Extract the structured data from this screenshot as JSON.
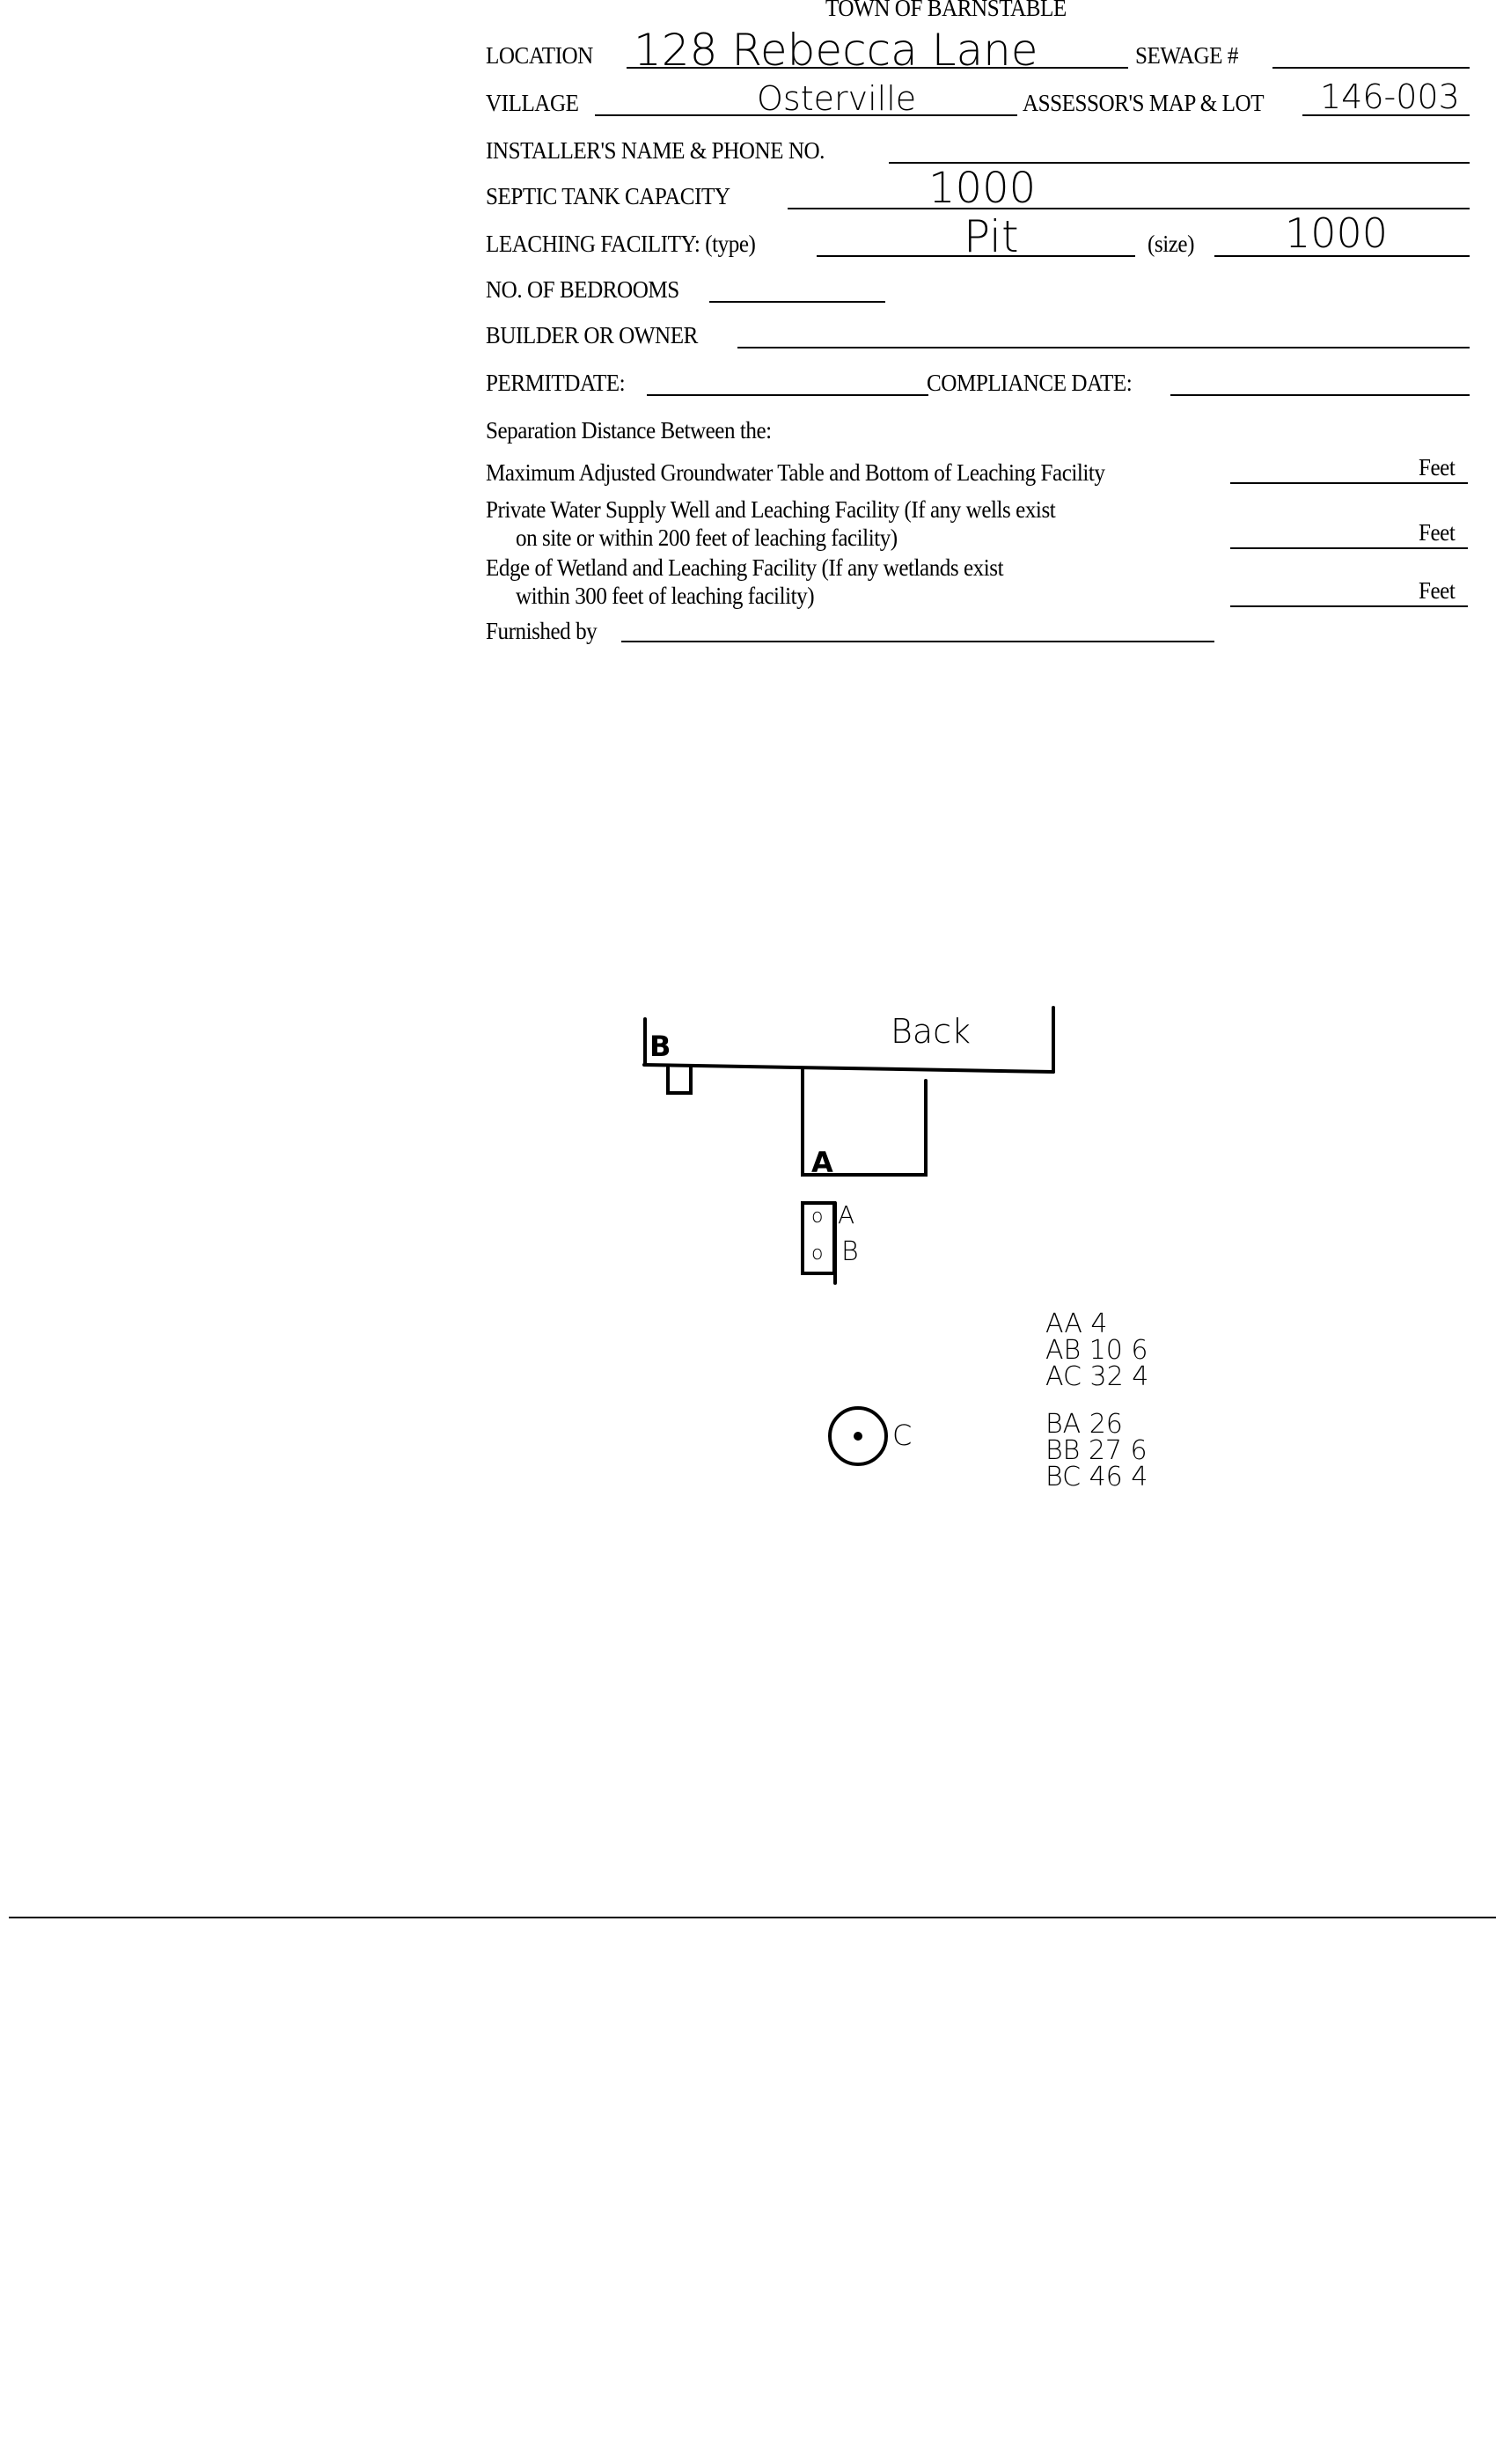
{
  "form": {
    "title": "TOWN OF BARNSTABLE",
    "location_label": "LOCATION",
    "location_value": "128 Rebecca Lane",
    "sewage_label": "SEWAGE #",
    "village_label": "VILLAGE",
    "village_value": "Osterville",
    "map_lot_label": "ASSESSOR'S MAP & LOT",
    "map_lot_value": "146-003",
    "installer_label": "INSTALLER'S NAME & PHONE NO.",
    "septic_label": "SEPTIC TANK CAPACITY",
    "septic_value": "1000",
    "leaching_label": "LEACHING FACILITY: (type)",
    "leaching_type_value": "Pit",
    "size_label": "(size)",
    "size_value": "1000",
    "bedrooms_label": "NO. OF BEDROOMS",
    "builder_label": "BUILDER OR OWNER",
    "permit_label": "PERMITDATE:",
    "compliance_label": "COMPLIANCE  DATE:",
    "separation_heading": "Separation Distance Between the:",
    "sep1": "Maximum Adjusted Groundwater Table and Bottom of Leaching Facility",
    "sep2a": "Private Water Supply Well and Leaching Facility  (If any wells exist",
    "sep2b": "on site or within 200 feet of leaching facility)",
    "sep3a": "Edge of Wetland and Leaching Facility (If any wetlands exist",
    "sep3b": "within 300 feet of leaching facility)",
    "feet": "Feet",
    "furnished_label": "Furnished by"
  },
  "sketch": {
    "back_label": "Back",
    "corner_b": "B",
    "corner_a": "A",
    "tank_a": "A",
    "tank_b": "B",
    "point_c": "C",
    "measurements": [
      "AA 4",
      "AB 10 6",
      "AC 32 4",
      "BA 26",
      "BB 27 6",
      "BC 46 4"
    ]
  }
}
